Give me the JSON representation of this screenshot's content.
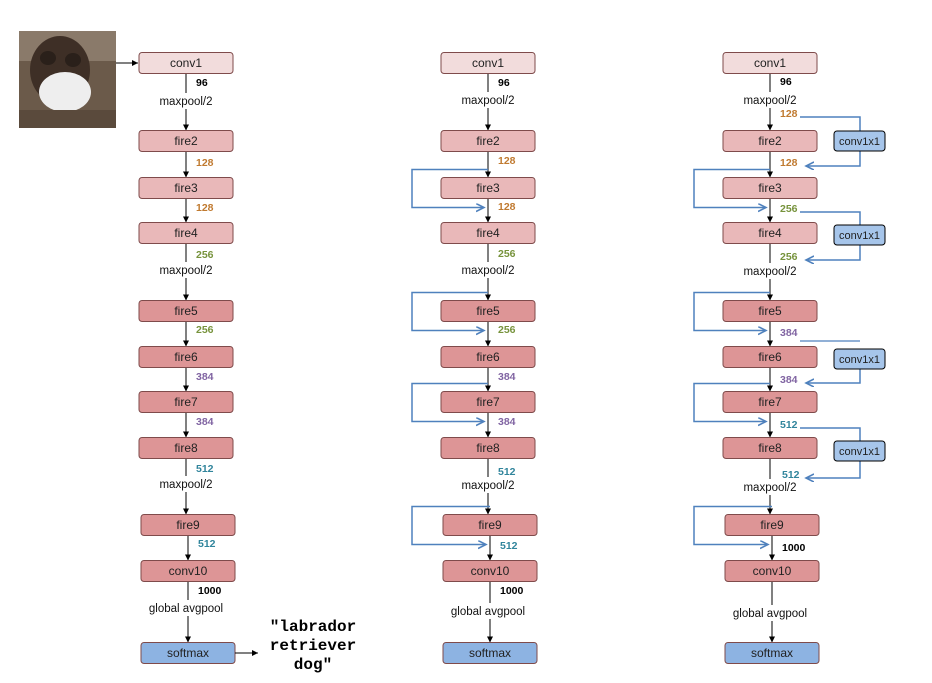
{
  "colors": {
    "light_layer": "#f2dcdc",
    "mid_layer": "#e9b8b9",
    "dark_layer": "#dd9596",
    "softmax": "#8db3e2",
    "conv1x1": "#a6c5ea",
    "bypass": "#4f81bd",
    "ch_96": "#000000",
    "ch_128": "#c07a30",
    "ch_256": "#77933c",
    "ch_384": "#8064a2",
    "ch_512": "#31859c",
    "ch_1000": "#000000"
  },
  "input_image": {
    "icon": "dog-photo-icon"
  },
  "output_label": {
    "lines": [
      "\"labrador",
      "retriever",
      "dog\""
    ]
  },
  "columns": [
    {
      "nodes": [
        {
          "id": "conv1",
          "label": "conv1",
          "shade": "light_layer"
        },
        {
          "id": "fire2",
          "label": "fire2",
          "shade": "mid_layer"
        },
        {
          "id": "fire3",
          "label": "fire3",
          "shade": "mid_layer"
        },
        {
          "id": "fire4",
          "label": "fire4",
          "shade": "mid_layer"
        },
        {
          "id": "fire5",
          "label": "fire5",
          "shade": "dark_layer"
        },
        {
          "id": "fire6",
          "label": "fire6",
          "shade": "dark_layer"
        },
        {
          "id": "fire7",
          "label": "fire7",
          "shade": "dark_layer"
        },
        {
          "id": "fire8",
          "label": "fire8",
          "shade": "dark_layer"
        },
        {
          "id": "fire9",
          "label": "fire9",
          "shade": "dark_layer"
        },
        {
          "id": "conv10",
          "label": "conv10",
          "shade": "dark_layer"
        },
        {
          "id": "softmax",
          "label": "softmax",
          "shade": "softmax"
        }
      ],
      "channels": [
        "96",
        "128",
        "128",
        "256",
        "256",
        "384",
        "384",
        "512",
        "512",
        "1000"
      ],
      "pools": [
        "maxpool/2",
        "maxpool/2",
        "maxpool/2",
        "global avgpool"
      ]
    },
    {
      "nodes": [
        {
          "id": "conv1",
          "label": "conv1",
          "shade": "light_layer"
        },
        {
          "id": "fire2",
          "label": "fire2",
          "shade": "mid_layer"
        },
        {
          "id": "fire3",
          "label": "fire3",
          "shade": "mid_layer"
        },
        {
          "id": "fire4",
          "label": "fire4",
          "shade": "mid_layer"
        },
        {
          "id": "fire5",
          "label": "fire5",
          "shade": "dark_layer"
        },
        {
          "id": "fire6",
          "label": "fire6",
          "shade": "dark_layer"
        },
        {
          "id": "fire7",
          "label": "fire7",
          "shade": "dark_layer"
        },
        {
          "id": "fire8",
          "label": "fire8",
          "shade": "dark_layer"
        },
        {
          "id": "fire9",
          "label": "fire9",
          "shade": "dark_layer"
        },
        {
          "id": "conv10",
          "label": "conv10",
          "shade": "dark_layer"
        },
        {
          "id": "softmax",
          "label": "softmax",
          "shade": "softmax"
        }
      ],
      "channels": [
        "96",
        "128",
        "128",
        "256",
        "256",
        "384",
        "384",
        "512",
        "512",
        "1000"
      ],
      "pools": [
        "maxpool/2",
        "maxpool/2",
        "maxpool/2",
        "global avgpool"
      ]
    },
    {
      "nodes": [
        {
          "id": "conv1",
          "label": "conv1",
          "shade": "light_layer"
        },
        {
          "id": "fire2",
          "label": "fire2",
          "shade": "mid_layer"
        },
        {
          "id": "fire3",
          "label": "fire3",
          "shade": "mid_layer"
        },
        {
          "id": "fire4",
          "label": "fire4",
          "shade": "mid_layer"
        },
        {
          "id": "fire5",
          "label": "fire5",
          "shade": "dark_layer"
        },
        {
          "id": "fire6",
          "label": "fire6",
          "shade": "dark_layer"
        },
        {
          "id": "fire7",
          "label": "fire7",
          "shade": "dark_layer"
        },
        {
          "id": "fire8",
          "label": "fire8",
          "shade": "dark_layer"
        },
        {
          "id": "fire9",
          "label": "fire9",
          "shade": "dark_layer"
        },
        {
          "id": "conv10",
          "label": "conv10",
          "shade": "dark_layer"
        },
        {
          "id": "softmax",
          "label": "softmax",
          "shade": "softmax"
        }
      ],
      "channels": [
        "96",
        "128",
        "128",
        "256",
        "256",
        "384",
        "384",
        "512",
        "512",
        "1000"
      ],
      "pools": [
        "maxpool/2",
        "maxpool/2",
        "maxpool/2",
        "global avgpool"
      ],
      "side_blocks": [
        "conv1x1",
        "conv1x1",
        "conv1x1",
        "conv1x1"
      ]
    }
  ]
}
